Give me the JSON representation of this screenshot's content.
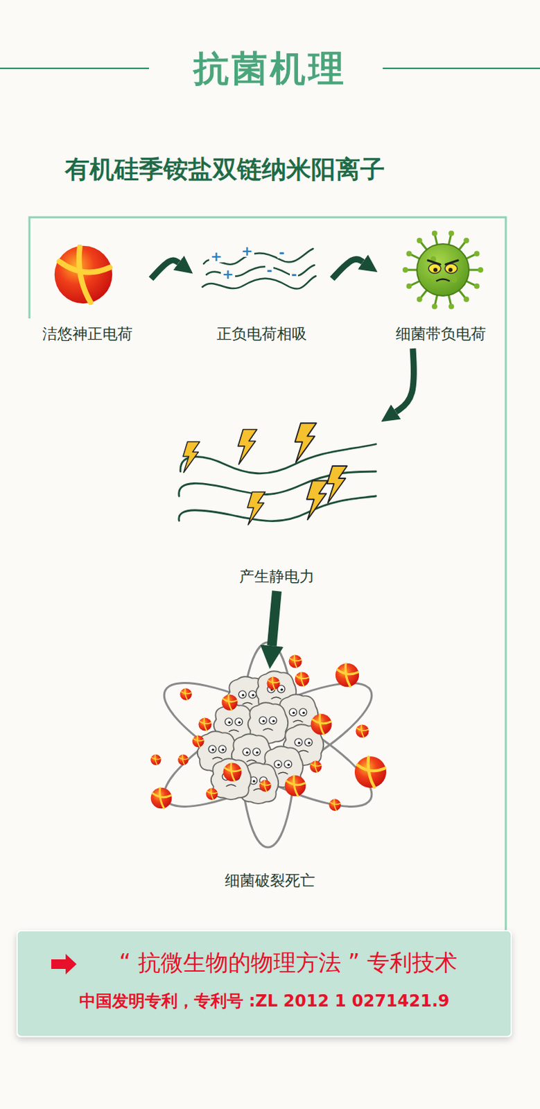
{
  "diagram": {
    "title": "抗菌机理",
    "nodes": [
      {
        "text": [
          "洁悠神正电荷"
        ]
      },
      {
        "text": [
          "正负电荷相吸"
        ]
      },
      {
        "text": [
          "细菌带负电荷"
        ]
      },
      {
        "text": [
          "产生静电力"
        ]
      },
      {
        "text": [
          "细菌破裂死亡"
        ]
      },
      {
        "text": [
          "“ 抗微生物的物理方法 ” 专利技术",
          "中国发明专利，专利号 :ZL 2012 1 0271421.9"
        ]
      }
    ],
    "edges": [
      {
        "from": 0,
        "to": 1,
        "arrow": "to"
      },
      {
        "from": 1,
        "to": 2,
        "arrow": "to"
      },
      {
        "from": 2,
        "to": 3,
        "arrow": "to"
      },
      {
        "from": 3,
        "to": 4,
        "arrow": "to"
      }
    ],
    "labels": [
      "有机硅季铵盐双链纳米阳离子",
      "+",
      "+",
      "-",
      "+",
      "-",
      "-"
    ]
  }
}
